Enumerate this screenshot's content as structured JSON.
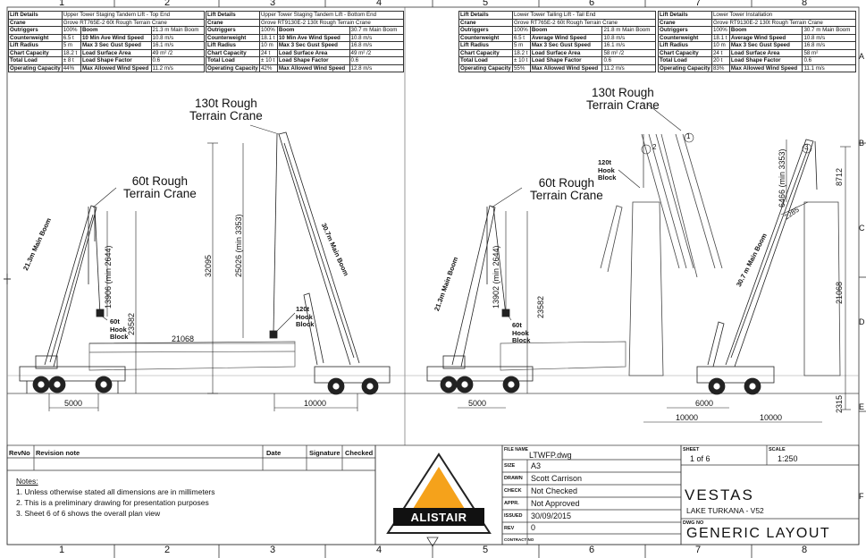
{
  "grid": {
    "top": [
      "1",
      "2",
      "3",
      "4",
      "5",
      "6",
      "7",
      "8"
    ],
    "bottom": [
      "1",
      "2",
      "3",
      "4",
      "5",
      "6",
      "7",
      "8"
    ],
    "right": [
      "A",
      "B",
      "C",
      "D",
      "E",
      "F"
    ]
  },
  "lift_tables": [
    {
      "rows": [
        [
          "Lift Details",
          "Upper Tower Staging Tandem Lift - Top End",
          "",
          ""
        ],
        [
          "Crane",
          "Grove RT765E-2 60t Rough Terrain Crane",
          "",
          ""
        ],
        [
          "Outriggers",
          "100%",
          "Boom",
          "21.3 m Main Boom"
        ],
        [
          "Counterweight",
          "6.5 t",
          "10 Min Ave Wind Speed",
          "10.8 m/s"
        ],
        [
          "Lift Radius",
          "5 m",
          "Max 3 Sec Gust Speed",
          "16.1 m/s"
        ],
        [
          "Chart Capacity",
          "18.2 t",
          "Load Surface Area",
          "49 m² /2"
        ],
        [
          "Total Load",
          "± 8 t",
          "Load Shape Factor",
          "0.6"
        ],
        [
          "Operating Capacity",
          "44%",
          "Max Allowed Wind Speed",
          "11.2 m/s"
        ]
      ]
    },
    {
      "rows": [
        [
          "Lift Details",
          "Upper Tower Staging Tandem Lift - Bottom End",
          "",
          ""
        ],
        [
          "Crane",
          "Grove RT9130E-2 130t Rough Terrain Crane",
          "",
          ""
        ],
        [
          "Outriggers",
          "100%",
          "Boom",
          "30.7 m Main Boom"
        ],
        [
          "Counterweight",
          "18.1 t",
          "10 Min Ave Wind Speed",
          "10.8 m/s"
        ],
        [
          "Lift Radius",
          "10 m",
          "Max 3 Sec Gust Speed",
          "16.8 m/s"
        ],
        [
          "Chart Capacity",
          "24 t",
          "Load Surface Area",
          "49 m² /2"
        ],
        [
          "Total Load",
          "± 10 t",
          "Load Shape Factor",
          "0.6"
        ],
        [
          "Operating Capacity",
          "42%",
          "Max Allowed Wind Speed",
          "12.8 m/s"
        ]
      ]
    },
    {
      "rows": [
        [
          "Lift Details",
          "Lower Tower Tailing Lift - Tail End",
          "",
          ""
        ],
        [
          "Crane",
          "Grove RT765E-2 60t Rough Terrain Crane",
          "",
          ""
        ],
        [
          "Outriggers",
          "100%",
          "Boom",
          "21.8 m Main Boom"
        ],
        [
          "Counterweight",
          "6.5 t",
          "Average Wind Speed",
          "10.8 m/s"
        ],
        [
          "Lift Radius",
          "5 m",
          "Max 3 Sec Gust Speed",
          "16.1 m/s"
        ],
        [
          "Chart Capacity",
          "18.2 t",
          "Load Surface Area",
          "58 m² /2"
        ],
        [
          "Total Load",
          "± 10 t",
          "Load Shape Factor",
          "0.6"
        ],
        [
          "Operating Capacity",
          "55%",
          "Max Allowed Wind Speed",
          "11.2 m/s"
        ]
      ]
    },
    {
      "rows": [
        [
          "Lift Details",
          "Lower Tower Installation",
          "",
          ""
        ],
        [
          "Crane",
          "Grove RT9130E-2 130t Rough Terrain Crane",
          "",
          ""
        ],
        [
          "Outriggers",
          "100%",
          "Boom",
          "30.7 m Main Boom"
        ],
        [
          "Counterweight",
          "18.1 t",
          "Average Wind Speed",
          "10.8 m/s"
        ],
        [
          "Lift Radius",
          "10 m",
          "Max 3 Sec Gust Speed",
          "16.8 m/s"
        ],
        [
          "Chart Capacity",
          "24 t",
          "Load Surface Area",
          "58 m²"
        ],
        [
          "Total Load",
          "20 t",
          "Load Shape Factor",
          "0.6"
        ],
        [
          "Operating Capacity",
          "83%",
          "Max Allowed Wind Speed",
          "11.1 m/s"
        ]
      ]
    }
  ],
  "labels": {
    "crane130_left": [
      "130t Rough",
      "Terrain Crane"
    ],
    "crane60_left": [
      "60t Rough",
      "Terrain Crane"
    ],
    "crane130_right": [
      "130t Rough",
      "Terrain Crane"
    ],
    "crane60_right": [
      "60t Rough",
      "Terrain Crane"
    ],
    "hook60_left": [
      "60t",
      "Hook",
      "Block"
    ],
    "hook120_left": [
      "120t",
      "Hook",
      "Block"
    ],
    "hook60_right": [
      "60t",
      "Hook",
      "Block"
    ],
    "hook120_right": [
      "120t",
      "Hook",
      "Block"
    ],
    "boom_21_left": "21.3m Main Boom",
    "boom_30_left": "30.7m Main Boom",
    "boom_21_right": "21.3m Main Boom",
    "boom_30_right": "30.7 m Main Boom",
    "marker_1": "1",
    "marker_2": "2",
    "marker_3": "3"
  },
  "dimensions": {
    "d13906": "13906  (min  2644)",
    "d23582_l": "23582",
    "d25026": "25026  (min  3353)",
    "d32095": "32095",
    "d21068_l": "21068",
    "d5000_l": "5000",
    "d10000_l": "10000",
    "d13902": "13902  (min  2644)",
    "d23582_r": "23582",
    "d6466": "6466  (min  3353)",
    "d8712": "8712",
    "d2285": "2285",
    "d21068_r": "21068",
    "d2315": "2315",
    "d5000_r": "5000",
    "d6000": "6000",
    "d10000_r1": "10000",
    "d10000_r2": "10000"
  },
  "revision": {
    "headers": [
      "RevNo",
      "Revision note",
      "Date",
      "Signature",
      "Checked"
    ]
  },
  "notes": {
    "title": "Notes:",
    "items": [
      "1. Unless otherwise stated all dimensions are in millimeters",
      "2. This is a preliminary drawing for presentation purposes",
      "3. Sheet 6 of 6 shows the overall plan view"
    ]
  },
  "logo": {
    "text": "ALISTAIR",
    "accent": "#f5a21b"
  },
  "titleblock": {
    "file_name_label": "FILE NAME",
    "file_name": "LTWFP.dwg",
    "size_label": "SIZE",
    "size": "A3",
    "drawn_label": "DRAWN",
    "drawn": "Scott Carrison",
    "check_label": "CHECK",
    "check": "Not Checked",
    "appr_label": "APPR.",
    "appr": "Not Approved",
    "issued_label": "ISSUED",
    "issued": "30/09/2015",
    "rev_label": "REV",
    "rev": "0",
    "contract_label": "CONTRACT NO",
    "sheet_label": "SHEET",
    "sheet": "1 of 6",
    "scale_label": "SCALE",
    "scale": "1:250",
    "client": "VESTAS",
    "project": "LAKE TURKANA - V52",
    "dwg_label": "DWG NO",
    "dwg": "GENERIC LAYOUT"
  }
}
